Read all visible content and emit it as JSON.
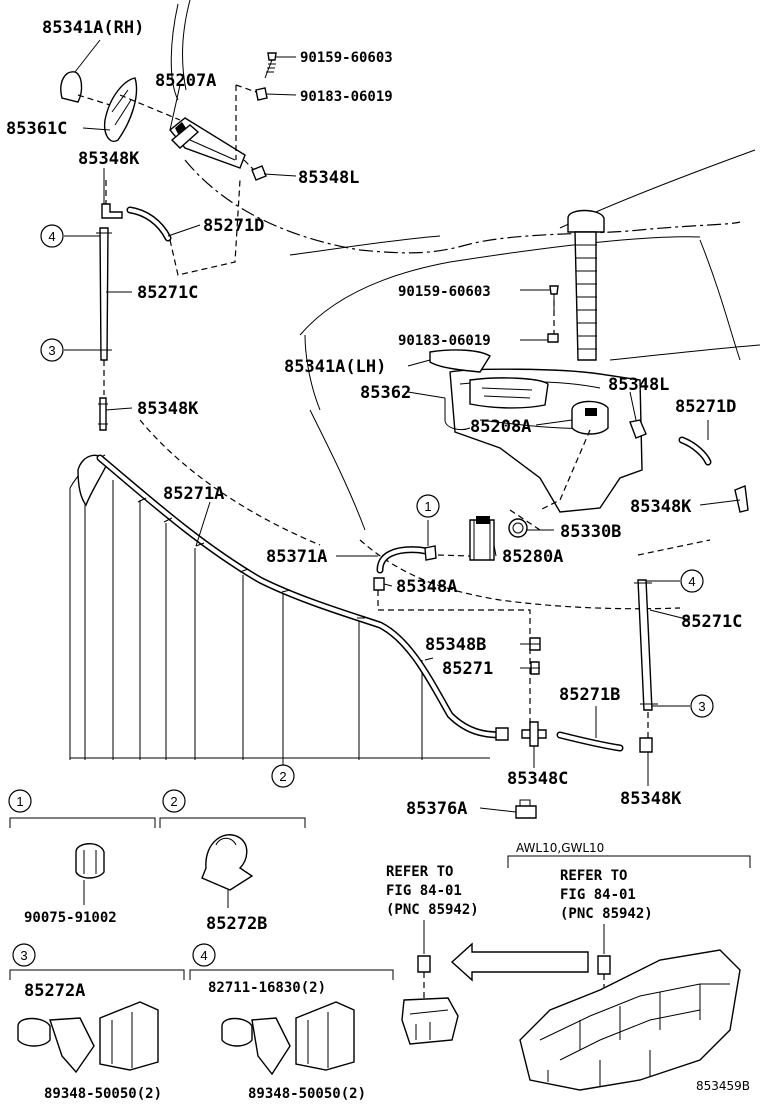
{
  "diagram_id": "853459B",
  "labels": {
    "p85341A_RH": "85341A(RH)",
    "p90159_top": "90159-60603",
    "p90183_top": "90183-06019",
    "p85207A": "85207A",
    "p85361C": "85361C",
    "p85348K_a": "85348K",
    "p85348L_a": "85348L",
    "p85271D_a": "85271D",
    "p85271C_a": "85271C",
    "p90159_mid": "90159-60603",
    "p90183_mid": "90183-06019",
    "p85341A_LH": "85341A(LH)",
    "p85362": "85362",
    "p85348L_b": "85348L",
    "p85271D_b": "85271D",
    "p85348K_b": "85348K",
    "p85208A": "85208A",
    "p85271A": "85271A",
    "p85348K_c": "85348K",
    "p85330B": "85330B",
    "p85371A": "85371A",
    "p85280A": "85280A",
    "p85348A": "85348A",
    "p85271C_b": "85271C",
    "p85348B": "85348B",
    "p85271": "85271",
    "p85271B": "85271B",
    "p85348C": "85348C",
    "p85348K_d": "85348K",
    "p85376A": "85376A",
    "p90075": "90075-91002",
    "p85272B": "85272B",
    "p85272A": "85272A",
    "p82711": "82711-16830(2)",
    "p89348_a": "89348-50050(2)",
    "p89348_b": "89348-50050(2)"
  },
  "callouts": {
    "c1": "1",
    "c2": "2",
    "c3": "3",
    "c4": "4"
  },
  "refer_left": {
    "line1": "REFER TO",
    "line2": "FIG 84-01",
    "line3": "(PNC 85942)"
  },
  "refer_right": {
    "line1": "REFER TO",
    "line2": "FIG 84-01",
    "line3": "(PNC 85942)"
  },
  "model_group": "AWL10,GWL10"
}
